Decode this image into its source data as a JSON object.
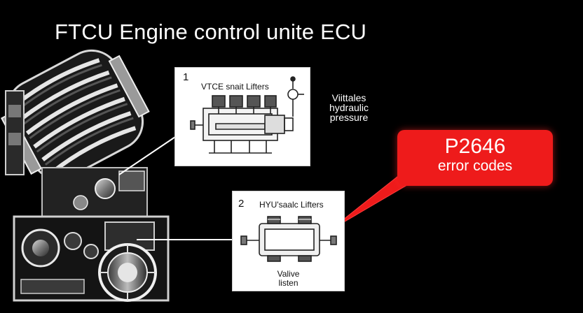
{
  "title": "FTCU Engine control unite ECU",
  "panels": [
    {
      "number": "1",
      "title": "VTCE snait Lifters",
      "caption": ""
    },
    {
      "number": "2",
      "title": "HYU'saalc Lifters",
      "caption_line1": "Valive",
      "caption_line2": "listen"
    }
  ],
  "side_note": {
    "line1": "Viittales",
    "line2": "hydraulic",
    "line3": "pressure"
  },
  "callout": {
    "code": "P2646",
    "label": "error codes",
    "color": "#ee1b1b"
  },
  "icons": [
    "engine-illustration",
    "vtc-lifter-diagram",
    "hydraulic-lifter-diagram",
    "pointer-arrow"
  ]
}
